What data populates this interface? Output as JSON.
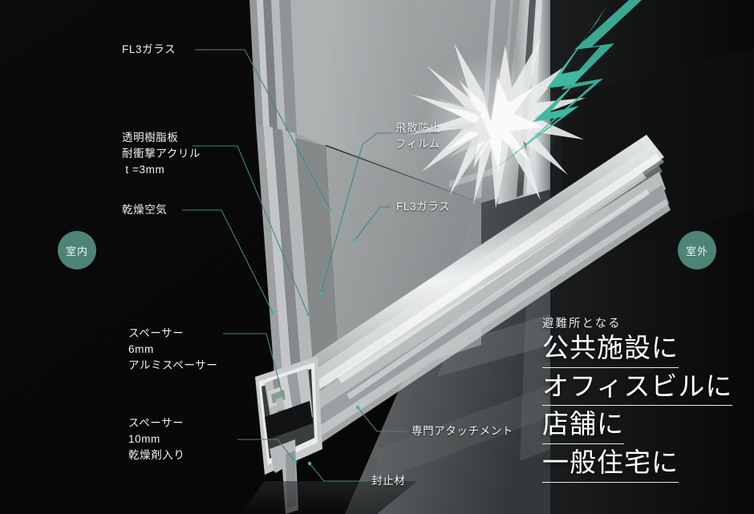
{
  "meta": {
    "background_color": "#080808",
    "accent_color": "#3fb8a0",
    "leader_color": "#3d8b7d",
    "badge_color": "#4d8477",
    "text_color": "#f2f4f4"
  },
  "badges": {
    "indoor": {
      "label": "室内"
    },
    "outdoor": {
      "label": "室外"
    }
  },
  "callouts": [
    {
      "id": "fl3-glass-outer",
      "text": "FL3ガラス"
    },
    {
      "id": "acrylic-panel",
      "text": "透明樹脂板\n耐衝撃アクリル\n t =3mm"
    },
    {
      "id": "dry-air",
      "text": "乾燥空気"
    },
    {
      "id": "spacer-6mm",
      "text": "スペーサー\n6mm\nアルミスペーサー"
    },
    {
      "id": "spacer-10mm",
      "text": "スペーサー\n10mm\n乾燥剤入り"
    },
    {
      "id": "shatter-film",
      "text": "飛散防止\nフィルム"
    },
    {
      "id": "fl3-glass-inner",
      "text": "FL3ガラス"
    },
    {
      "id": "attachment",
      "text": "専門アタッチメント"
    },
    {
      "id": "sealant",
      "text": "封止材"
    }
  ],
  "promo": {
    "kicker": "避難所となる",
    "lines": [
      "公共施設に",
      "オフィスビルに",
      "店舗に",
      "一般住宅に"
    ]
  }
}
